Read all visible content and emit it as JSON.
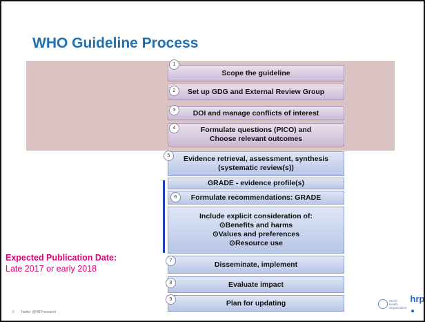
{
  "title": "WHO Guideline Process",
  "steps": [
    {
      "num": "1",
      "lines": [
        "Scope the guideline"
      ]
    },
    {
      "num": "2",
      "lines": [
        "Set up GDG and External Review Group"
      ]
    },
    {
      "num": "3",
      "lines": [
        "DOI and manage conflicts of interest"
      ]
    },
    {
      "num": "4",
      "lines": [
        "Formulate questions (PICO) and",
        "Choose relevant outcomes"
      ]
    },
    {
      "num": "5",
      "lines": [
        "Evidence retrieval, assessment, synthesis",
        "(systematic review(s))"
      ]
    },
    {
      "lines": [
        "GRADE - evidence profile(s)"
      ]
    },
    {
      "num": "6",
      "lines": [
        "Formulate recommendations:  GRADE"
      ]
    },
    {
      "lines": [
        "Include explicit consideration of:"
      ],
      "bullets": [
        "Benefits and harms",
        "Values and preferences",
        "Resource use"
      ]
    },
    {
      "num": "7",
      "lines": [
        "Disseminate, implement"
      ]
    },
    {
      "num": "8",
      "lines": [
        "Evaluate impact"
      ]
    },
    {
      "num": "9",
      "lines": [
        "Plan for updating"
      ]
    }
  ],
  "publication": {
    "label": "Expected Publication Date:",
    "value": "Late 2017 or early 2018"
  },
  "footer": {
    "page": "5",
    "handle": "Twitter @HRPresearch"
  },
  "logos": {
    "who_text": [
      "World Health",
      "Organization"
    ],
    "hrp": "hrp"
  },
  "colors": {
    "title": "#1f6fb3",
    "highlight": "#dcc3c3",
    "step_fill": "#c7d3ee",
    "publication_text": "#e0007a",
    "left_bar": "#1f3fbf"
  }
}
